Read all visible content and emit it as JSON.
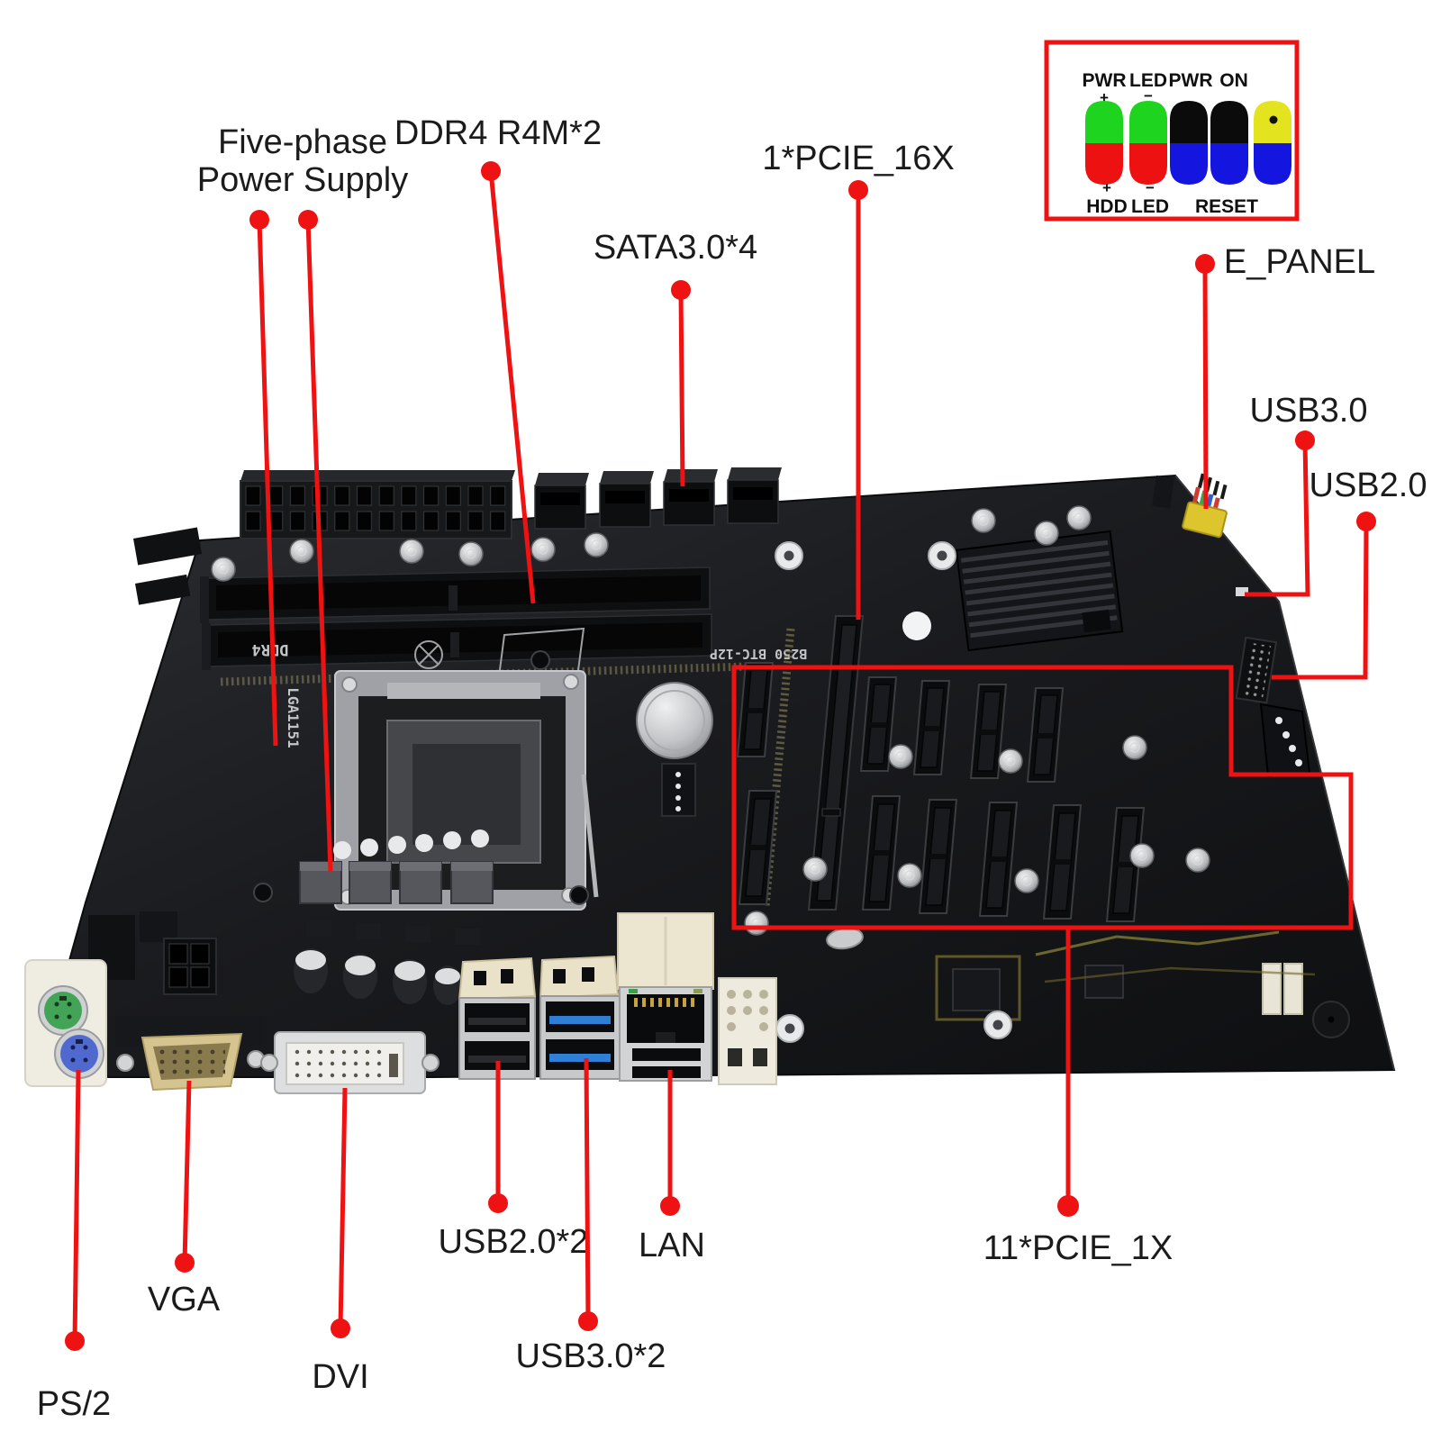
{
  "annotations": {
    "five_phase": {
      "line1": "Five-phase",
      "line2": "Power Supply"
    },
    "ddr4": {
      "label": "DDR4 R4M*2"
    },
    "sata": {
      "label": "SATA3.0*4"
    },
    "pcie16x": {
      "label": "1*PCIE_16X"
    },
    "e_panel": {
      "label": "E_PANEL"
    },
    "usb30_header": {
      "label": "USB3.0"
    },
    "usb20_header": {
      "label": "USB2.0"
    },
    "usb20_ports": {
      "label": "USB2.0*2"
    },
    "lan": {
      "label": "LAN"
    },
    "usb30_ports": {
      "label": "USB3.0*2"
    },
    "pcie1x": {
      "label": "11*PCIE_1X"
    },
    "vga": {
      "label": "VGA"
    },
    "dvi": {
      "label": "DVI"
    },
    "ps2": {
      "label": "PS/2"
    }
  },
  "legend": {
    "top_labels": [
      "PWR",
      "LED",
      "PWR",
      "ON"
    ],
    "top_signs": [
      "+",
      "−"
    ],
    "bottom_labels": [
      "HDD",
      "LED",
      "RESET"
    ],
    "bottom_signs": [
      "+",
      "−"
    ],
    "pills": [
      {
        "top": "#1ed41e",
        "bottom": "#ee1111"
      },
      {
        "top": "#1ed41e",
        "bottom": "#ee1111"
      },
      {
        "top": "#0b0b0b",
        "bottom": "#1515e0"
      },
      {
        "top": "#0b0b0b",
        "bottom": "#1515e0"
      },
      {
        "top": "#e3e320",
        "bottom": "#1515e0"
      }
    ]
  },
  "board": {
    "silkscreen": {
      "ddr4": "DDR4",
      "socket": "LGA1151",
      "model": "B250 BTC-12P"
    }
  },
  "colors": {
    "accent": "#ee1212",
    "label": "#1b1b1b",
    "pcb": "#17181b"
  }
}
